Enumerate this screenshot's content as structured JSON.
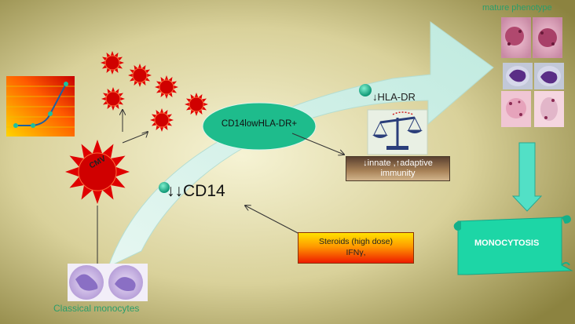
{
  "labels": {
    "mature_phenotype": "mature phenotype",
    "classical_monocytes": "Classical monocytes",
    "hla_dr": "↓HLA-DR",
    "cd14": "↓↓CD14",
    "ellipse": "CD14lowHLA-DR+",
    "cmv": "CMV",
    "immunity_line1": "↓innate ,↑adaptive",
    "immunity_line2": "immunity",
    "steroids_line1": "Steroids (high dose)",
    "steroids_line2": "IFNγ,",
    "monocytosis": "MONOCYTOSIS"
  },
  "colors": {
    "background_light": "#f6f3d4",
    "background_dark": "#8c8340",
    "arrow_fill": "#cfefe6",
    "ellipse_fill": "#1ebc8c",
    "dot": "#19a986",
    "cmv_red": "#e00000",
    "monocytosis_fill": "#1dd6a6",
    "down_arrow": "#52e0c6"
  },
  "icons": [
    "cmv-virus-icon",
    "virus-icon",
    "balance-scale-icon",
    "growth-chart-icon",
    "monocyte-cell-icon"
  ]
}
